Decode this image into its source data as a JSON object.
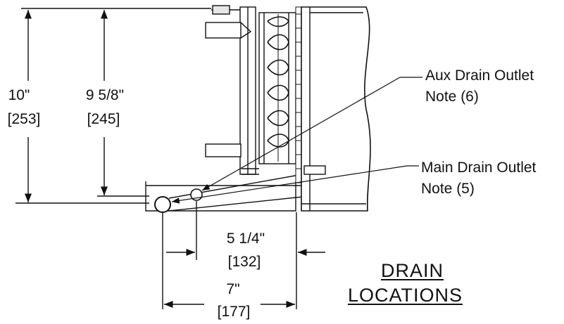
{
  "dimensions": {
    "overall_height": {
      "imperial": "10\"",
      "metric": "[253]"
    },
    "inner_height": {
      "imperial": "9 5/8\"",
      "metric": "[245]"
    },
    "aux_offset": {
      "imperial": "5 1/4\"",
      "metric": "[132]"
    },
    "main_offset": {
      "imperial": "7\"",
      "metric": "[177]"
    }
  },
  "callouts": {
    "aux": {
      "line1": "Aux Drain Outlet",
      "line2": "Note (6)"
    },
    "main": {
      "line1": "Main Drain Outlet",
      "line2": "Note (5)"
    }
  },
  "title": {
    "line1": "DRAIN",
    "line2": "LOCATIONS"
  },
  "colors": {
    "ink": "#111111",
    "fill_gray": "#d9d9d9",
    "background": "#ffffff"
  }
}
